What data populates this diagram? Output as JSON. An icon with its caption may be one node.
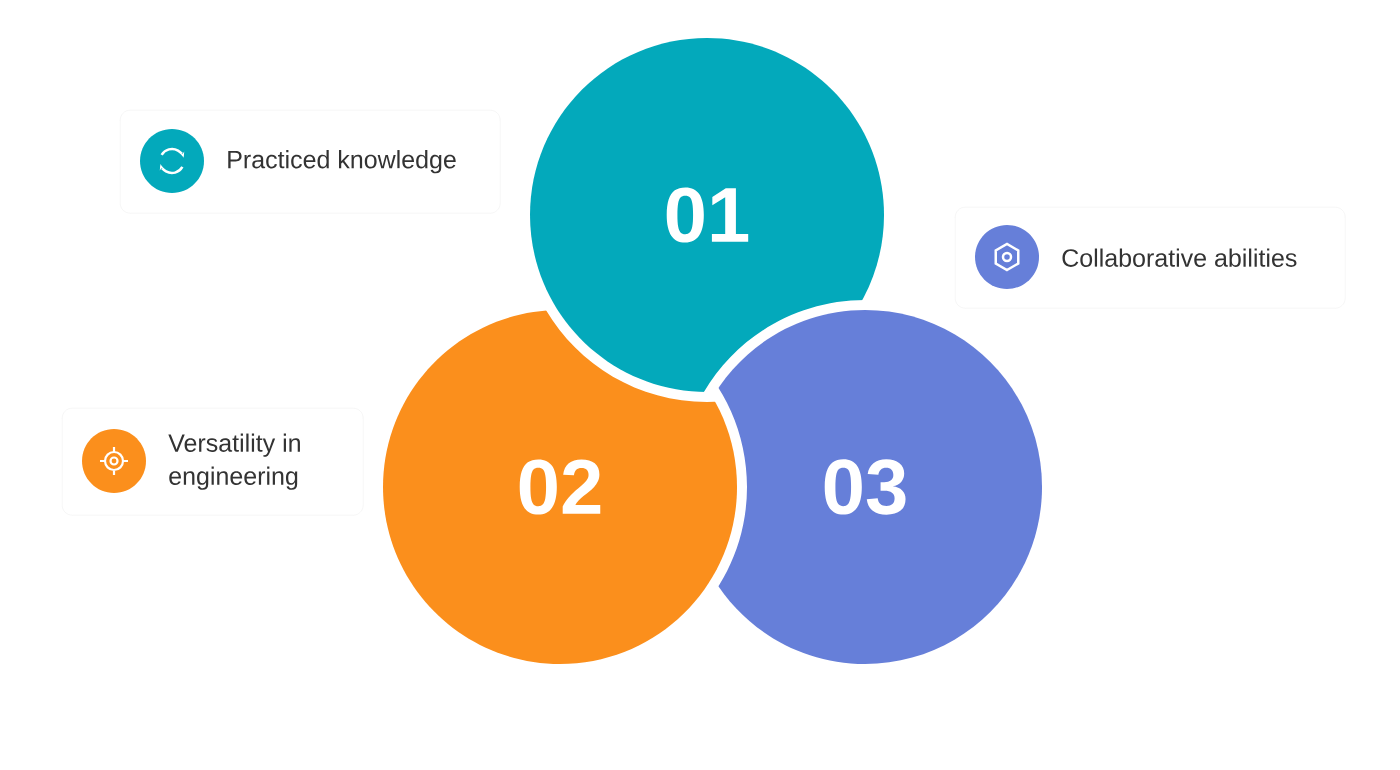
{
  "diagram": {
    "nodes": [
      {
        "text": [
          "Practiced knowledge"
        ]
      },
      {
        "text": [
          "01"
        ]
      },
      {
        "text": [
          "Collaborative abilities"
        ]
      },
      {
        "text": [
          "Versatility in engineering"
        ]
      },
      {
        "text": [
          "02"
        ]
      },
      {
        "text": [
          "03"
        ]
      }
    ]
  }
}
